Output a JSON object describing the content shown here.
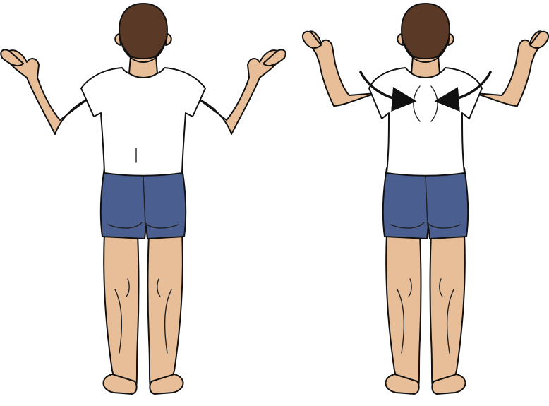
{
  "illustration": {
    "panels": [
      {
        "pose": "arms-raised-relaxed",
        "arrows": []
      },
      {
        "pose": "shoulder-blades-squeezed",
        "arrows": [
          "arrow-left-side-inward",
          "arrow-right-side-inward"
        ]
      }
    ],
    "colors": {
      "skin": "#E8BE98",
      "hair": "#5A3A26",
      "shirt": "#FFFFFF",
      "shorts": "#4A5E8F",
      "outline": "#111111",
      "background": "#FFFFFF"
    }
  }
}
